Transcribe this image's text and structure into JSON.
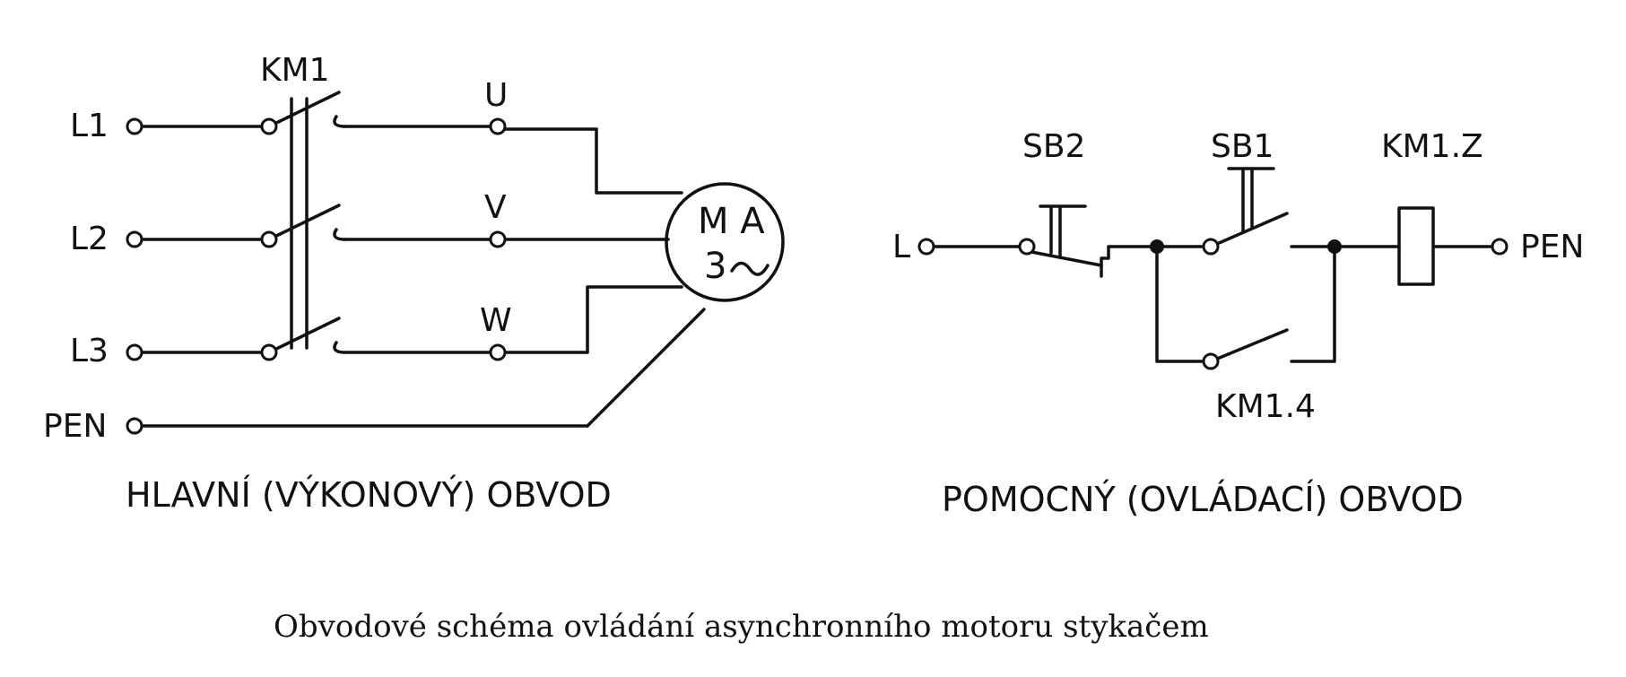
{
  "power_circuit": {
    "contactor": "KM1",
    "phases": [
      "L1",
      "L2",
      "L3"
    ],
    "pen": "PEN",
    "outputs": [
      "U",
      "V",
      "W"
    ],
    "motor_line1": "M A",
    "motor_line2": "3",
    "motor_ac_symbol": "~",
    "caption": "HLAVNÍ (VÝKONOVÝ) OBVOD"
  },
  "control_circuit": {
    "input": "L",
    "stop_button": "SB2",
    "start_button": "SB1",
    "coil": "KM1.Z",
    "aux_contact": "KM1.4",
    "output": "PEN",
    "caption": "POMOCNÝ (OVLÁDACÍ) OBVOD"
  },
  "figure_caption": "Obvodové schéma ovládání asynchronního motoru stykačem"
}
